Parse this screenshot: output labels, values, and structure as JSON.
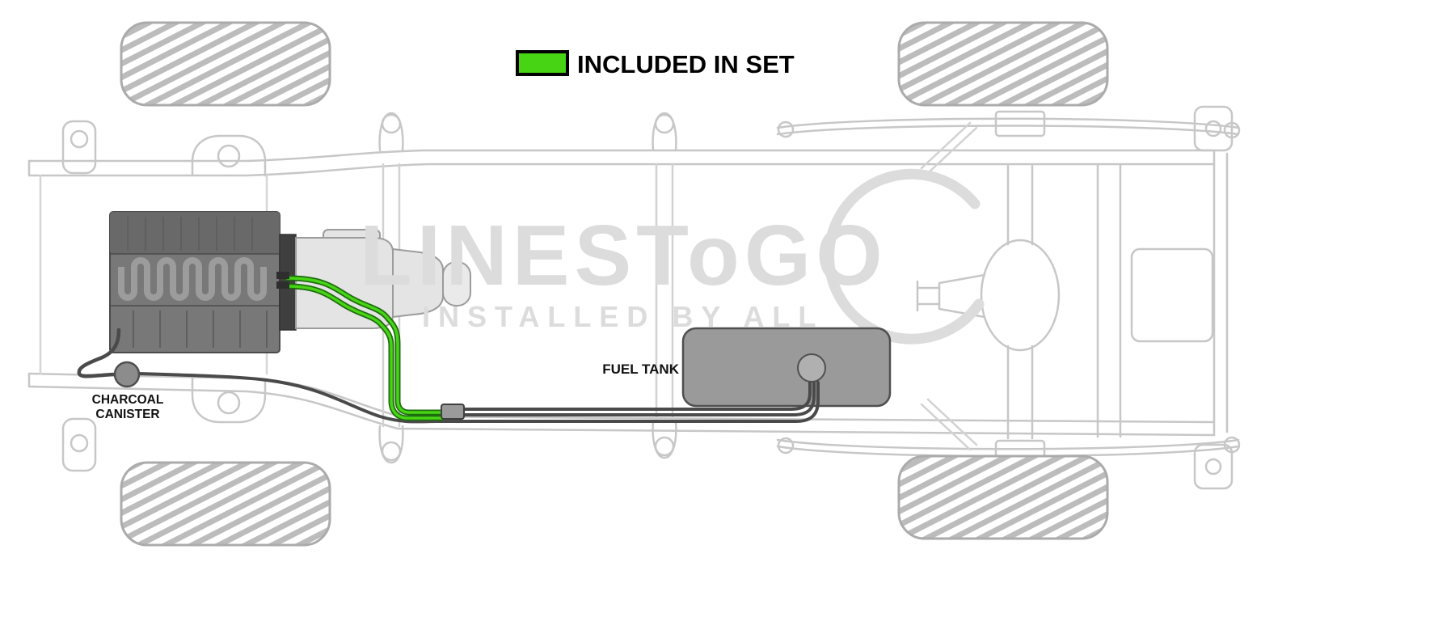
{
  "legend": {
    "label": "INCLUDED IN SET",
    "swatch_color": "#46d414"
  },
  "labels": {
    "charcoal_line1": "CHARCOAL",
    "charcoal_line2": "CANISTER",
    "fuel_tank": "FUEL TANK"
  },
  "watermark": {
    "brand": "LINESToGO",
    "tagline": "INSTALLED BY ALL"
  },
  "colors": {
    "included_line": "#46d414",
    "included_line_casing": "#1f6b10",
    "fuel_line": "#4a4a4a",
    "chassis_outline": "#c7c7c7",
    "watermark_gray": "#dcdcdc"
  }
}
